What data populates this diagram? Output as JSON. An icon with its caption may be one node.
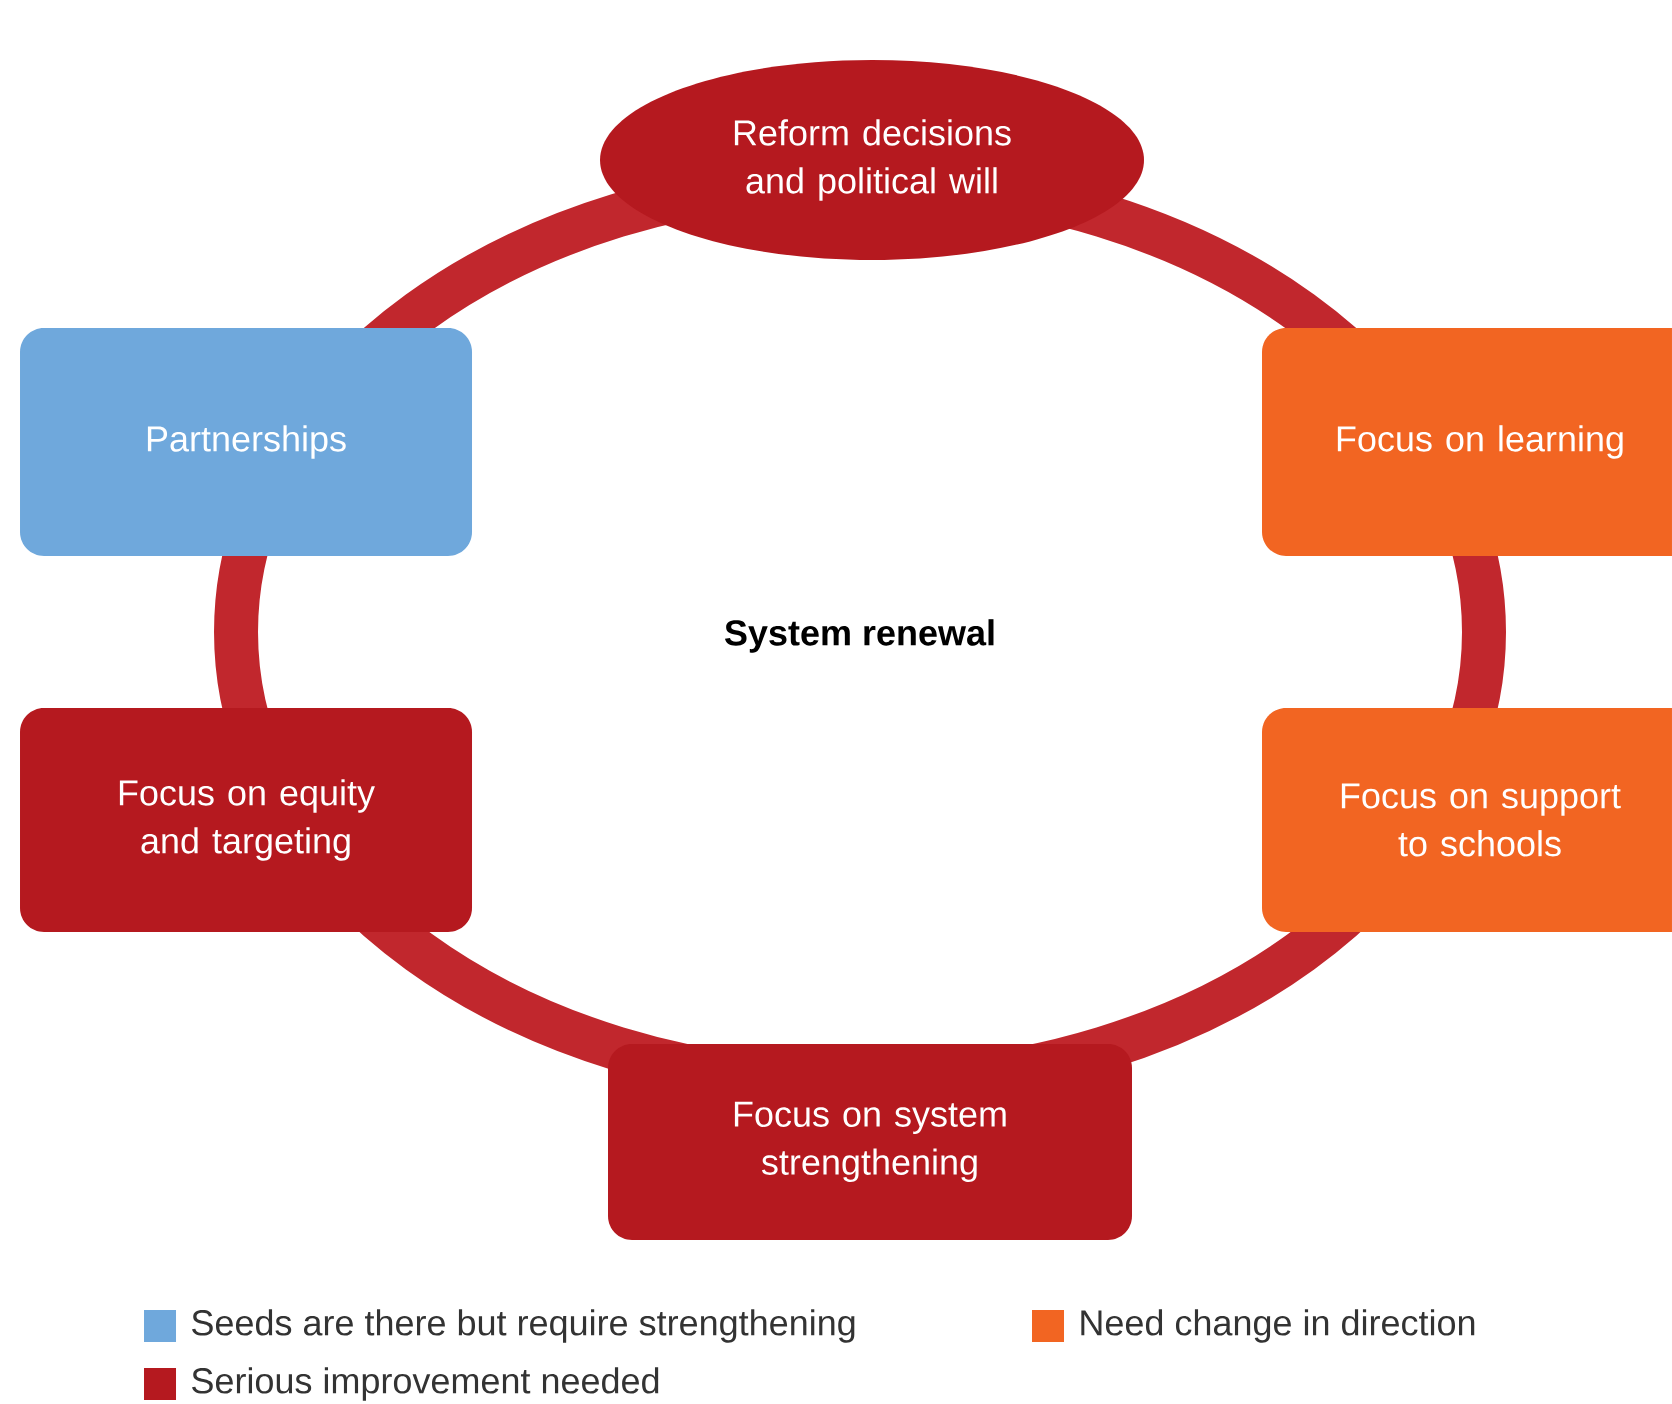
{
  "diagram": {
    "nodes": [
      {
        "text": [
          "System renewal"
        ]
      },
      {
        "text": [
          "Reform decisions and political will"
        ]
      },
      {
        "text": [
          "Partnerships"
        ]
      },
      {
        "text": [
          "Focus on learning"
        ]
      },
      {
        "text": [
          "Focus on equity and targeting"
        ]
      },
      {
        "text": [
          "Focus on support to schools"
        ]
      },
      {
        "text": [
          "Focus on system strengthening"
        ]
      }
    ],
    "legend": [
      {
        "text": "Seeds are there but require strengthening",
        "color": "#6fa8dc"
      },
      {
        "text": "Need change in direction",
        "color": "#f26522"
      },
      {
        "text": "Serious improvement needed",
        "color": "#b5191f"
      }
    ]
  }
}
